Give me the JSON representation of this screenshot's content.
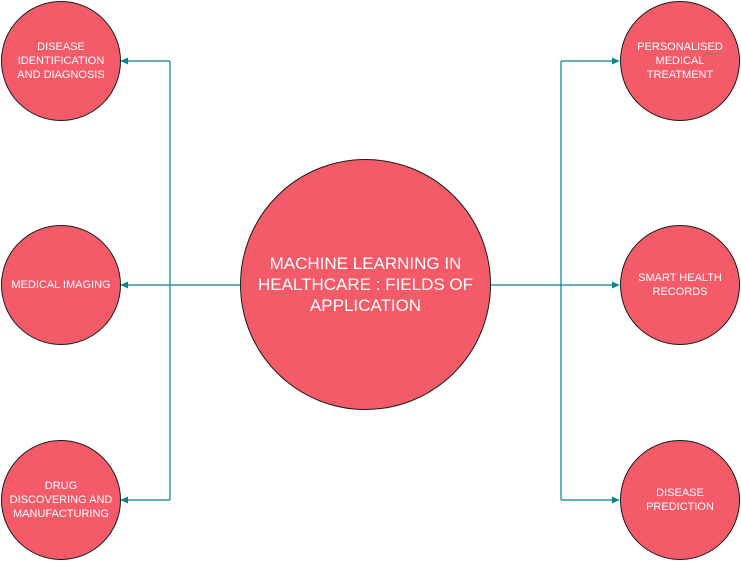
{
  "diagram": {
    "center": {
      "label": "MACHINE LEARNING IN HEALTHCARE : FIELDS OF APPLICATION"
    },
    "left": [
      {
        "label": "DISEASE IDENTIFICATION AND DIAGNOSIS"
      },
      {
        "label": "MEDICAL IMAGING"
      },
      {
        "label": "DRUG DISCOVERING AND MANUFACTURING"
      }
    ],
    "right": [
      {
        "label": "PERSONALISED MEDICAL TREATMENT"
      },
      {
        "label": "SMART HEALTH RECORDS"
      },
      {
        "label": "DISEASE PREDICTION"
      }
    ]
  },
  "colors": {
    "node_fill": "#f45b69",
    "node_text": "#ffffff",
    "connector": "#0e8088"
  }
}
